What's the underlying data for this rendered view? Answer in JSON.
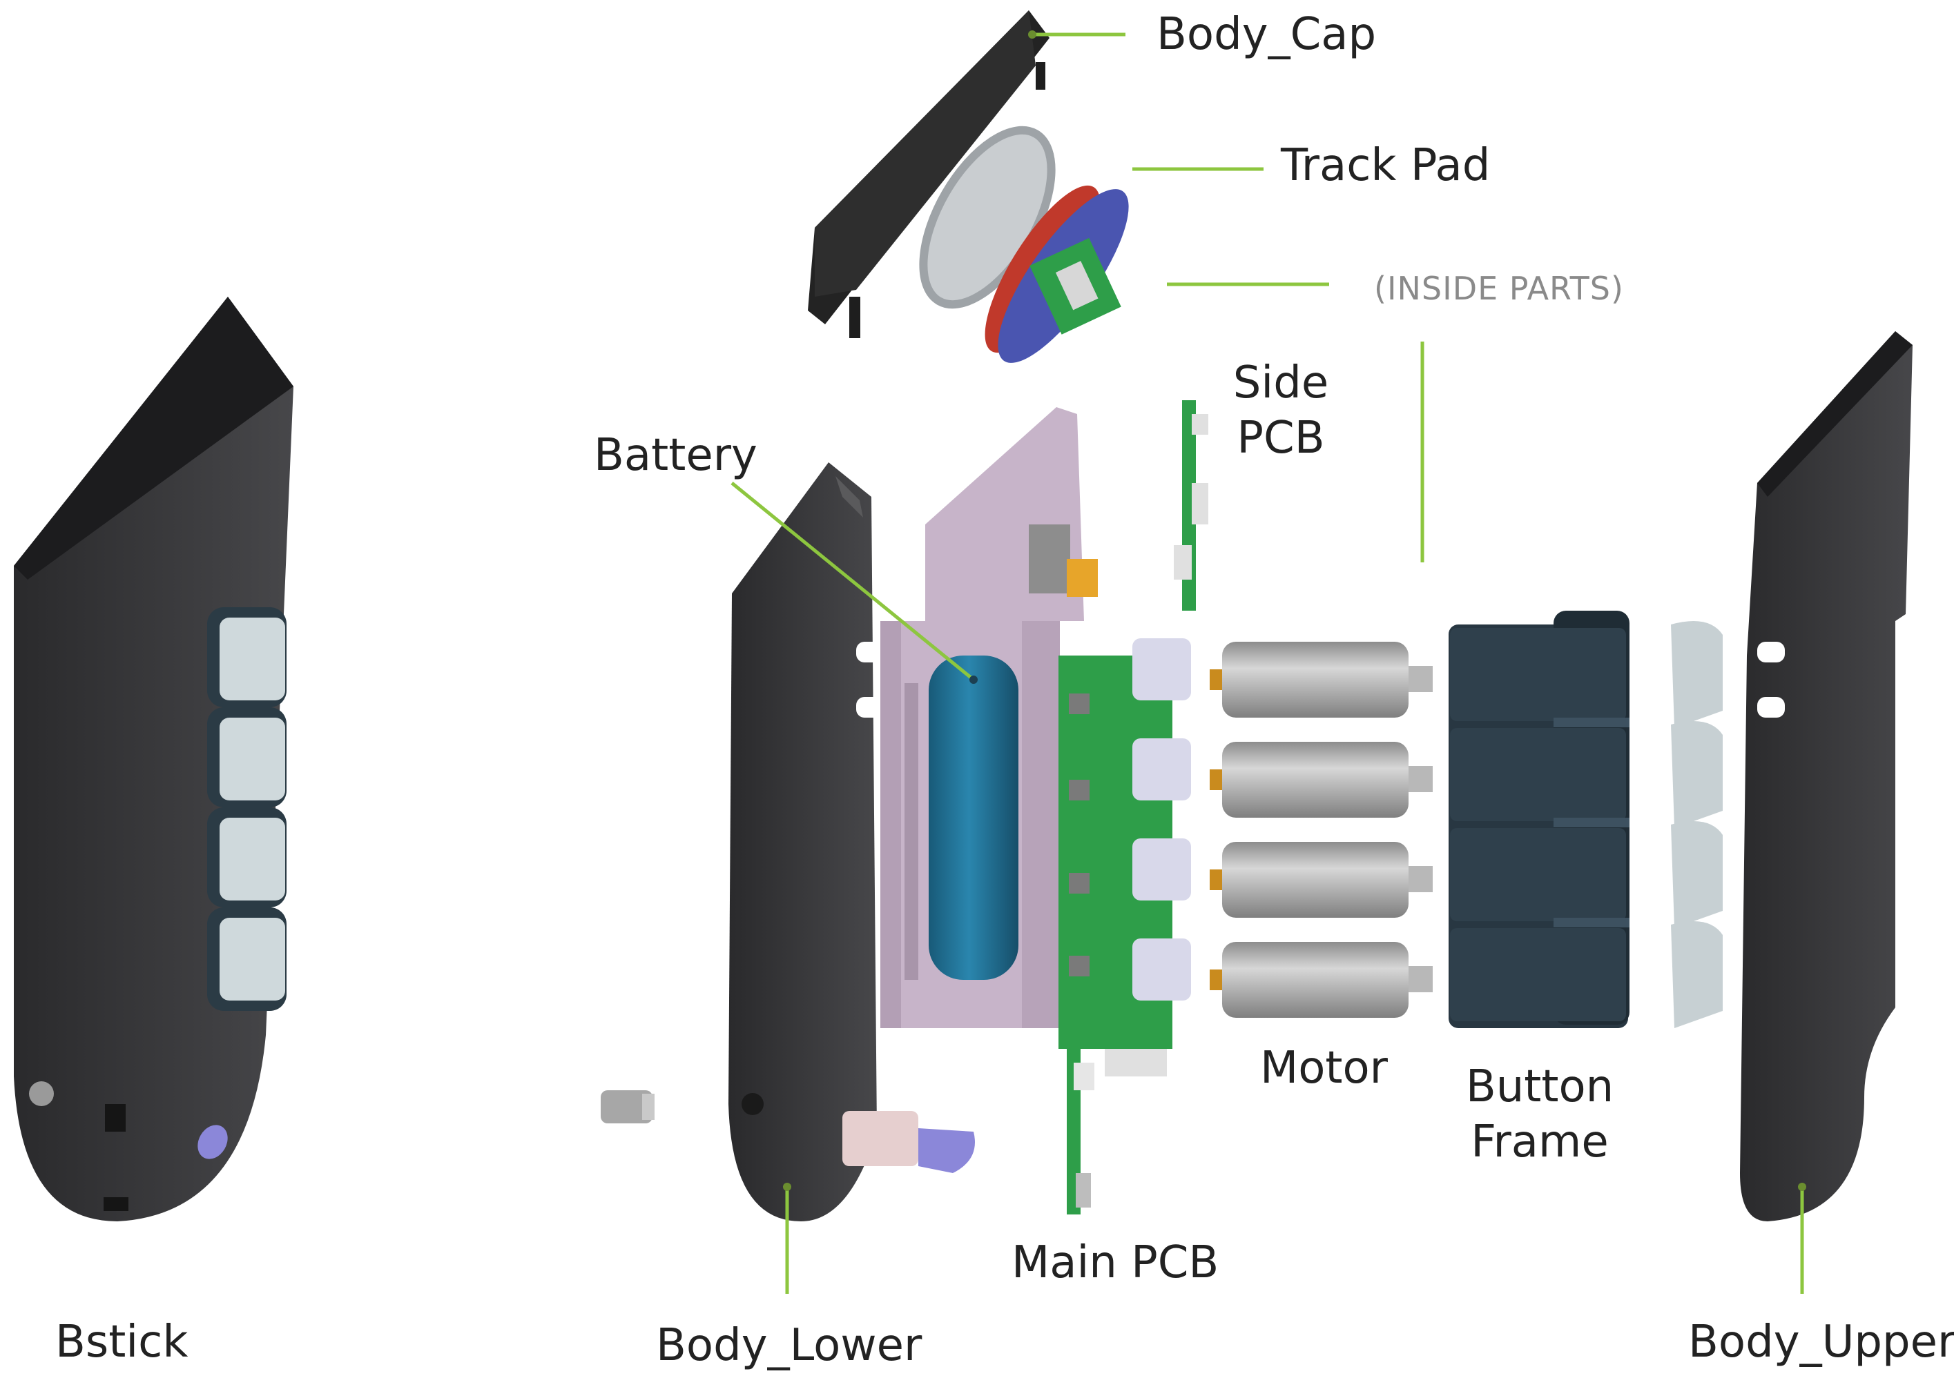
{
  "labels": {
    "body_cap": "Body_Cap",
    "track_pad": "Track Pad",
    "inside_parts": "(INSIDE PARTS)",
    "side_pcb_line1": "Side",
    "side_pcb_line2": "PCB",
    "battery": "Battery",
    "motor": "Motor",
    "button_frame_line1": "Button",
    "button_frame_line2": "Frame",
    "main_pcb": "Main PCB",
    "bstick": "Bstick",
    "body_lower": "Body_Lower",
    "body_upper": "Body_Upper"
  },
  "colors": {
    "leader_line": "#8dc63f",
    "body_dark": "#3a3a3c",
    "body_darker": "#1f1f21",
    "button_light": "#cfd9dc",
    "battery_blue": "#1f6d91",
    "pcb_green": "#2e9e49",
    "frame_lilac": "#c7b4c9",
    "motor_gray": "#a9a9a9",
    "button_frame_navy": "#283742",
    "cap_black": "#232323",
    "track_pad_gray": "#c9cdd0",
    "inside_blue": "#4a55b0",
    "inside_red": "#c0392b"
  }
}
